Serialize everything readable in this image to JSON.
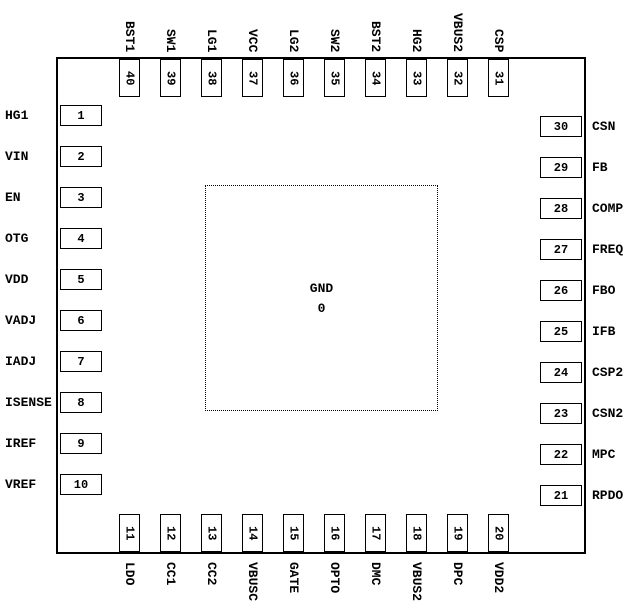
{
  "diagram": {
    "type": "ic-pinout",
    "package_pins": 40,
    "colors": {
      "line": "#000000",
      "background": "#ffffff",
      "text": "#000000"
    }
  },
  "chip": {
    "pad_label": "GND",
    "pad_number": "0"
  },
  "pins": {
    "top": [
      {
        "num": "40",
        "label": "BST1"
      },
      {
        "num": "39",
        "label": "SW1"
      },
      {
        "num": "38",
        "label": "LG1"
      },
      {
        "num": "37",
        "label": "VCC"
      },
      {
        "num": "36",
        "label": "LG2"
      },
      {
        "num": "35",
        "label": "SW2"
      },
      {
        "num": "34",
        "label": "BST2"
      },
      {
        "num": "33",
        "label": "HG2"
      },
      {
        "num": "32",
        "label": "VBUS2"
      },
      {
        "num": "31",
        "label": "CSP"
      }
    ],
    "left": [
      {
        "num": "1",
        "label": "HG1"
      },
      {
        "num": "2",
        "label": "VIN"
      },
      {
        "num": "3",
        "label": "EN"
      },
      {
        "num": "4",
        "label": "OTG"
      },
      {
        "num": "5",
        "label": "VDD"
      },
      {
        "num": "6",
        "label": "VADJ"
      },
      {
        "num": "7",
        "label": "IADJ"
      },
      {
        "num": "8",
        "label": "ISENSE"
      },
      {
        "num": "9",
        "label": "IREF"
      },
      {
        "num": "10",
        "label": "VREF"
      }
    ],
    "right": [
      {
        "num": "30",
        "label": "CSN"
      },
      {
        "num": "29",
        "label": "FB"
      },
      {
        "num": "28",
        "label": "COMP"
      },
      {
        "num": "27",
        "label": "FREQ"
      },
      {
        "num": "26",
        "label": "FBO"
      },
      {
        "num": "25",
        "label": "IFB"
      },
      {
        "num": "24",
        "label": "CSP2"
      },
      {
        "num": "23",
        "label": "CSN2"
      },
      {
        "num": "22",
        "label": "MPC"
      },
      {
        "num": "21",
        "label": "RPDO"
      }
    ],
    "bottom": [
      {
        "num": "11",
        "label": "LDO"
      },
      {
        "num": "12",
        "label": "CC1"
      },
      {
        "num": "13",
        "label": "CC2"
      },
      {
        "num": "14",
        "label": "VBUSC"
      },
      {
        "num": "15",
        "label": "GATE"
      },
      {
        "num": "16",
        "label": "OPTO"
      },
      {
        "num": "17",
        "label": "DMC"
      },
      {
        "num": "18",
        "label": "VBUS2"
      },
      {
        "num": "19",
        "label": "DPC"
      },
      {
        "num": "20",
        "label": "VDD2"
      }
    ]
  }
}
